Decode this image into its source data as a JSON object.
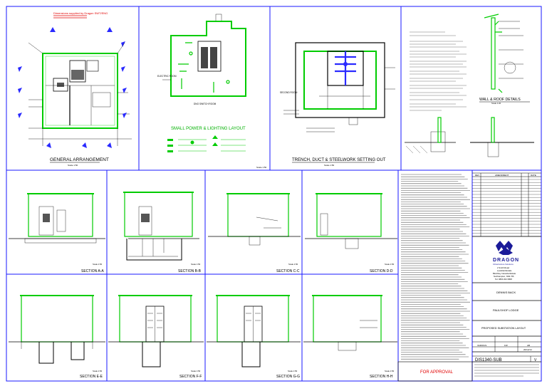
{
  "drawing": {
    "panels": {
      "general_arrangement": "GENERAL ARRANGEMENT",
      "small_power_lighting": "SMALL POWER & LIGHTING LAYOUT",
      "trench_duct": "TRENCH, DUCT & STEELWORK SETTING OUT",
      "wall_roof": "WALL & ROOF DETAILS",
      "section_a": "SECTION A-A",
      "section_b": "SECTION B-B",
      "section_c": "SECTION C-C",
      "section_d": "SECTION D-D",
      "section_e": "SECTION E-E",
      "section_f": "SECTION F-F",
      "section_g": "SECTION G-G",
      "section_h": "SECTION H-H"
    },
    "scale_labels": {
      "s1": "Scale 1:50",
      "s2": "Scale 1:50",
      "s3": "Scale 1:50",
      "s4": "Scale 1:50",
      "s5": "Scale 1:50",
      "s6": "Scale 1:50",
      "s7": "Scale 1:50",
      "s8": "Scale 1:50",
      "s9": "Scale 1:50",
      "s10": "Scale 1:50",
      "s11": "Scale 1:50",
      "s12": "Scale 1:20"
    },
    "callouts": {
      "electrical_room": "ELECTRIC ROOM",
      "dno_room": "DNO SWITCH ROOM",
      "second_room": "SECOND ROOM"
    },
    "red_note": "Dimensions supplied by Dragon SWT/ENG"
  },
  "title_block": {
    "revisions_header": "AMENDMENT",
    "rev_col": "REV",
    "date_col": "DATE",
    "company": "DRAGON",
    "company_sub": "Infrastructure Solutions",
    "address_lines": [
      "2 Smith Road",
      "Lowsfield Estate",
      "Bletchley Industrial Estate",
      "Northampton, NN4 7PL",
      "Tel: 0800 202 0808"
    ],
    "client": "DENNIS BACK",
    "site": "PAULSHOF LODGE",
    "title": "PROPOSED SUBSTATION LAYOUT",
    "drawn_label": "VARIOUS",
    "checked_label": "FW",
    "approved_label": "AB",
    "date_value": "20/12/14",
    "drawing_number": "DIS1340-SUB",
    "revision": "V",
    "status": "FOR APPROVAL"
  }
}
